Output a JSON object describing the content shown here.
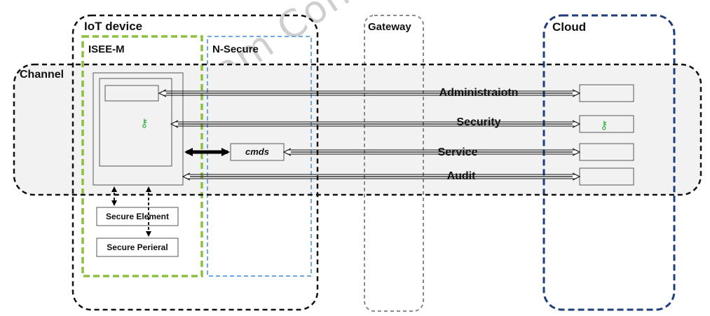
{
  "watermark": "Beam Confidential",
  "containers": {
    "iot_device": "IoT device",
    "isee_m": "ISEE-M",
    "n_secure": "N-Secure",
    "gateway": "Gateway",
    "cloud": "Cloud",
    "channel": "Channel"
  },
  "flows": {
    "administration": "Administraiotn",
    "security": "Security",
    "service": "Service",
    "audit": "Audit"
  },
  "components": {
    "cmds": "cmds",
    "secure_element": "Secure Element",
    "secure_peripheral": "Secure Perieral"
  },
  "icons": {
    "key_device": "key-icon",
    "key_cloud": "key-icon"
  },
  "colors": {
    "isee_green": "#8cbf3f",
    "nsecure_blue": "#6fa8e0",
    "cloud_navy": "#1f3d7a",
    "gateway_gray": "#8a8a8a",
    "key_green": "#3cb043",
    "channel_fill": "#f2f2f2"
  }
}
